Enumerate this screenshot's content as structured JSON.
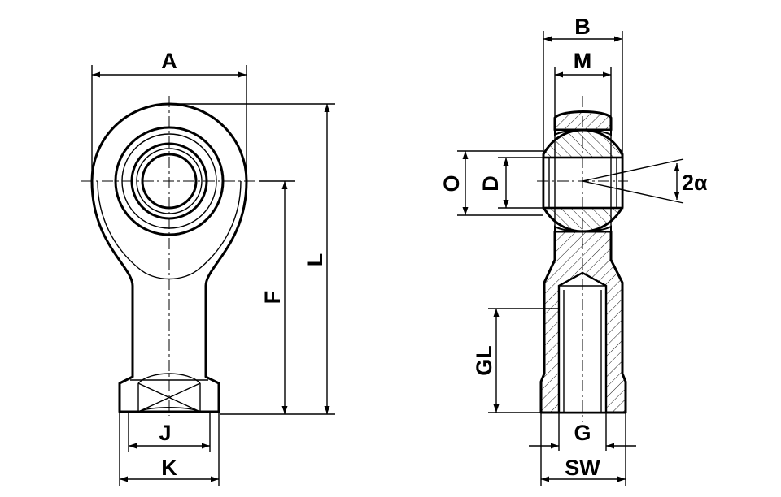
{
  "labels": {
    "A": "A",
    "B": "B",
    "M": "M",
    "O": "O",
    "D": "D",
    "two_alpha": "2α",
    "L": "L",
    "F": "F",
    "GL": "GL",
    "G": "G",
    "J": "J",
    "K": "K",
    "SW": "SW"
  }
}
